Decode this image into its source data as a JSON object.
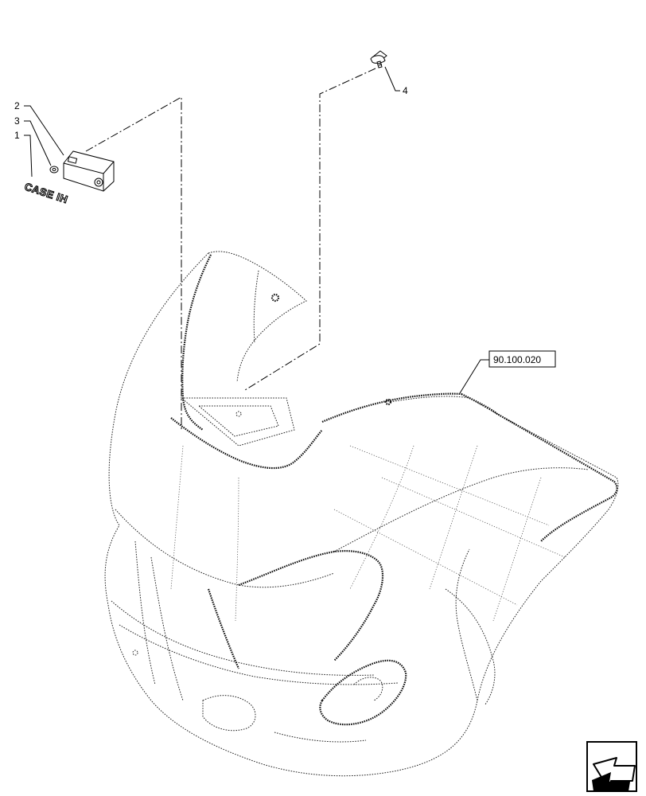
{
  "callouts": [
    {
      "id": "c2",
      "label": "2"
    },
    {
      "id": "c3",
      "label": "3"
    },
    {
      "id": "c1",
      "label": "1"
    },
    {
      "id": "c4",
      "label": "4"
    }
  ],
  "reference": {
    "label": "90.100.020"
  },
  "logo": {
    "text": "CASE IH"
  },
  "icons": {
    "nav": "arrow-icon"
  }
}
